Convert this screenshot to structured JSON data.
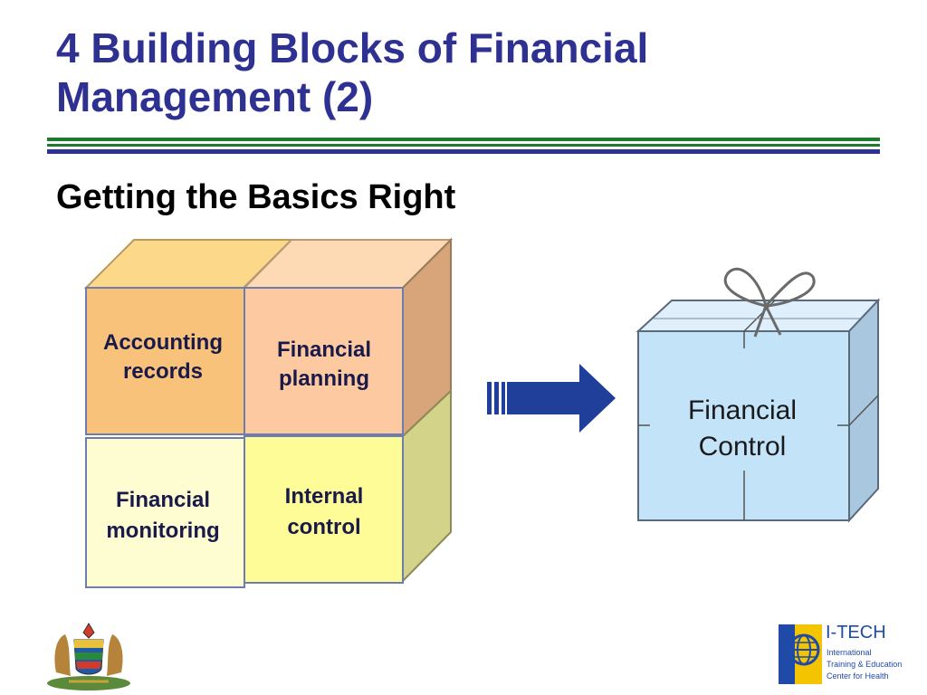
{
  "slide": {
    "title_line1": "4 Building Blocks of Financial",
    "title_line2": "Management (2)",
    "subtitle": "Getting the Basics Right"
  },
  "blocks": [
    {
      "id": "accounting",
      "line1": "Accounting",
      "line2": "records",
      "color": "#f9c27a"
    },
    {
      "id": "planning",
      "line1": "Financial",
      "line2": "planning",
      "color": "#fcc9a0"
    },
    {
      "id": "monitoring",
      "line1": "Financial",
      "line2": "monitoring",
      "color": "#fefdd2"
    },
    {
      "id": "internal",
      "line1": "Internal",
      "line2": "control",
      "color": "#fdfc96"
    }
  ],
  "result": {
    "line1": "Financial",
    "line2": "Control",
    "color": "#c3e3f9"
  },
  "logos": {
    "left": {
      "icon": "tanzania-coat-of-arms"
    },
    "right": {
      "icon": "itech-globe-icon",
      "name": "I-TECH",
      "line1": "International",
      "line2": "Training & Education",
      "line3": "Center for Health"
    }
  },
  "colors": {
    "title": "#2e3192",
    "rule_green": "#1e7a2e",
    "rule_navy": "#2e3192",
    "arrow": "#1f3f9a"
  }
}
